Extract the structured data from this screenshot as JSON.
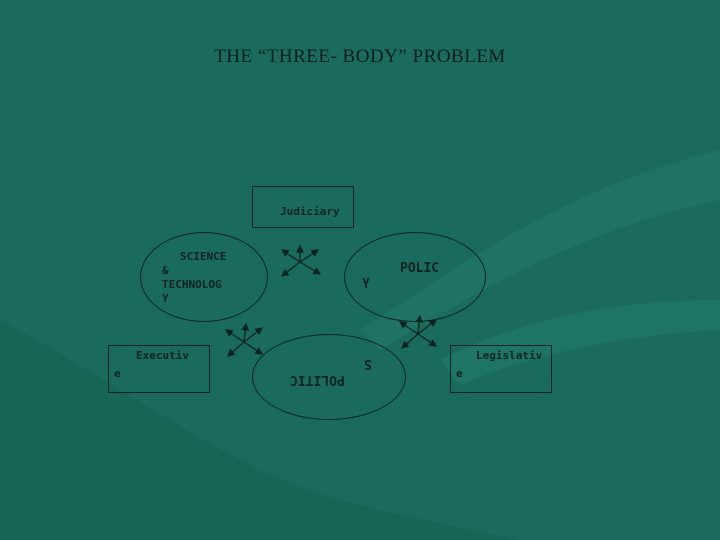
{
  "title": "THE “THREE- BODY” PROBLEM",
  "nodes": {
    "judiciary": {
      "label": "Judiciary"
    },
    "science": {
      "line1": "SCIENCE",
      "line2": "&",
      "line3": "TECHNOLOG",
      "line4": "Y"
    },
    "policy": {
      "line1": "POLIC",
      "line2": "Y"
    },
    "executive": {
      "line1": "Executiv",
      "line2": "e"
    },
    "politics": {
      "line1": "POLITIC",
      "line2": "S"
    },
    "legislative": {
      "line1": "Legislativ",
      "line2": "e"
    }
  },
  "colors": {
    "background": "#1a6b5e",
    "ink": "#0c2420"
  }
}
